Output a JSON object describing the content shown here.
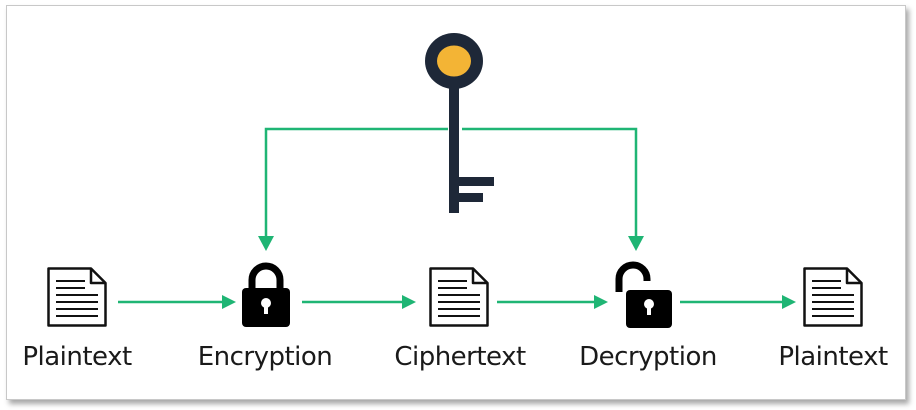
{
  "colors": {
    "arrow": "#1fb574",
    "key_body": "#1e2838",
    "key_bow_fill": "#f3b435",
    "icon": "#000000"
  },
  "nodes": [
    {
      "id": "plaintext-1",
      "label": "Plaintext",
      "icon": "document-icon"
    },
    {
      "id": "encryption",
      "label": "Encryption",
      "icon": "lock-closed-icon"
    },
    {
      "id": "ciphertext",
      "label": "Ciphertext",
      "icon": "document-icon"
    },
    {
      "id": "decryption",
      "label": "Decryption",
      "icon": "lock-open-icon"
    },
    {
      "id": "plaintext-2",
      "label": "Plaintext",
      "icon": "document-icon"
    }
  ],
  "key": {
    "icon": "key-icon",
    "connects_to": [
      "encryption",
      "decryption"
    ]
  },
  "edges": [
    {
      "from": "plaintext-1",
      "to": "encryption"
    },
    {
      "from": "encryption",
      "to": "ciphertext"
    },
    {
      "from": "ciphertext",
      "to": "decryption"
    },
    {
      "from": "decryption",
      "to": "plaintext-2"
    }
  ]
}
